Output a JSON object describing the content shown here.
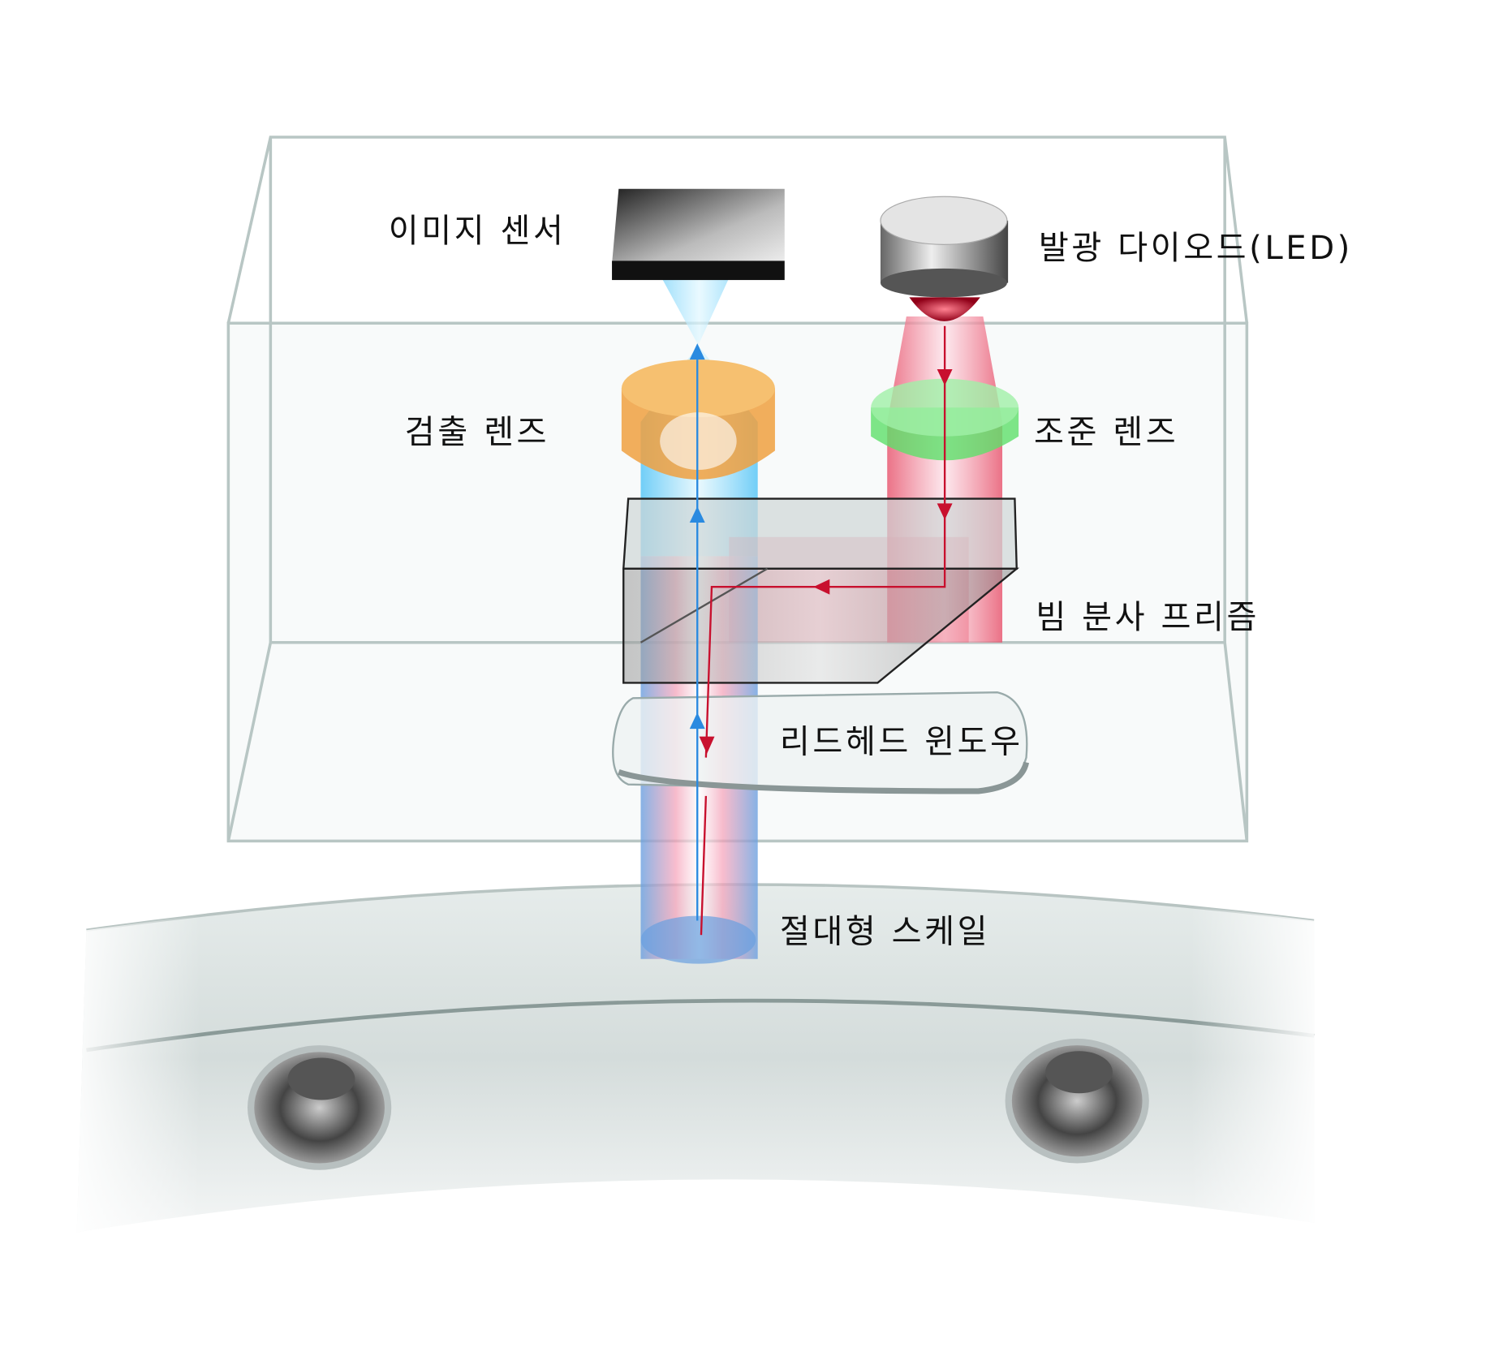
{
  "labels": {
    "image_sensor": "이미지 센서",
    "led": "발광 다이오드(LED)",
    "detection_lens": "검출 렌즈",
    "collimator_lens": "조준 렌즈",
    "beam_splitter_prism": "빔 분사 프리즘",
    "readhead_window": "리드헤드 윈도우",
    "absolute_scale": "절대형 스케일"
  },
  "colors": {
    "detected_light": "#4fc3f7",
    "emitted_light": "#e8506a",
    "detection_lens": "#f0a040",
    "collimator_lens": "#5ee06a"
  }
}
